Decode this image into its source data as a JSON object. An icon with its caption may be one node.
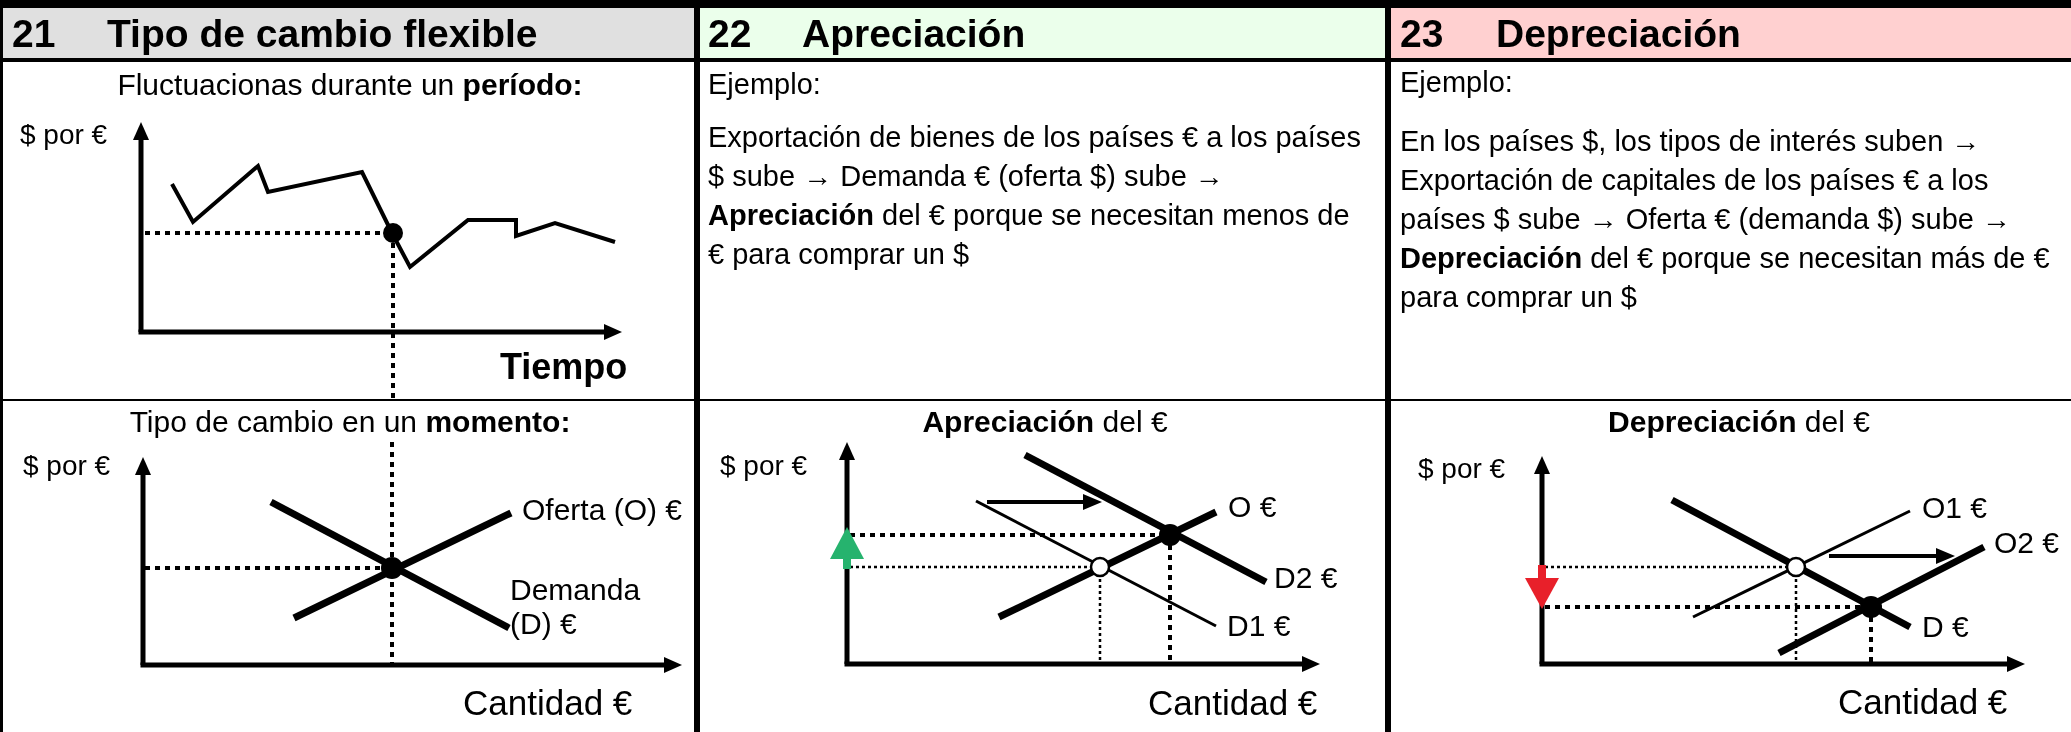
{
  "diagram": {
    "nodes": [
      {
        "text": [
          "21",
          "Tipo de cambio flexible"
        ]
      },
      {
        "text": [
          "22",
          "Apreciación"
        ]
      },
      {
        "text": [
          "23",
          "Depreciación"
        ]
      },
      {
        "text": [
          "Fluctuacionas durante un **período:**",
          "$ por €",
          "Tiempo"
        ]
      },
      {
        "text": [
          "Tipo de cambio en un **momento:**",
          "$ por €",
          "Oferta (O) €",
          "Demanda (D) €",
          "Cantidad €"
        ]
      },
      {
        "text": [
          "Ejemplo:",
          "Exportación de bienes de los países € a los países $ sube → Demanda € (oferta $) sube → **Apreciación** del € porque se necesitan menos de € para comprar un $"
        ]
      },
      {
        "text": [
          "**Apreciación** del €",
          "$ por €",
          "O €",
          "D2 €",
          "D1 €",
          "Cantidad €"
        ]
      },
      {
        "text": [
          "Ejemplo:",
          "En los países $, los tipos de interés suben → Exportación de capitales de los países € a los países $ sube → Oferta € (demanda $) sube → **Depreciación** del € porque se necesitan más de € para comprar un $"
        ]
      },
      {
        "text": [
          "**Depreciación** del €",
          "$ por €",
          "O1 €",
          "O2 €",
          "D €",
          "Cantidad €"
        ]
      }
    ]
  }
}
